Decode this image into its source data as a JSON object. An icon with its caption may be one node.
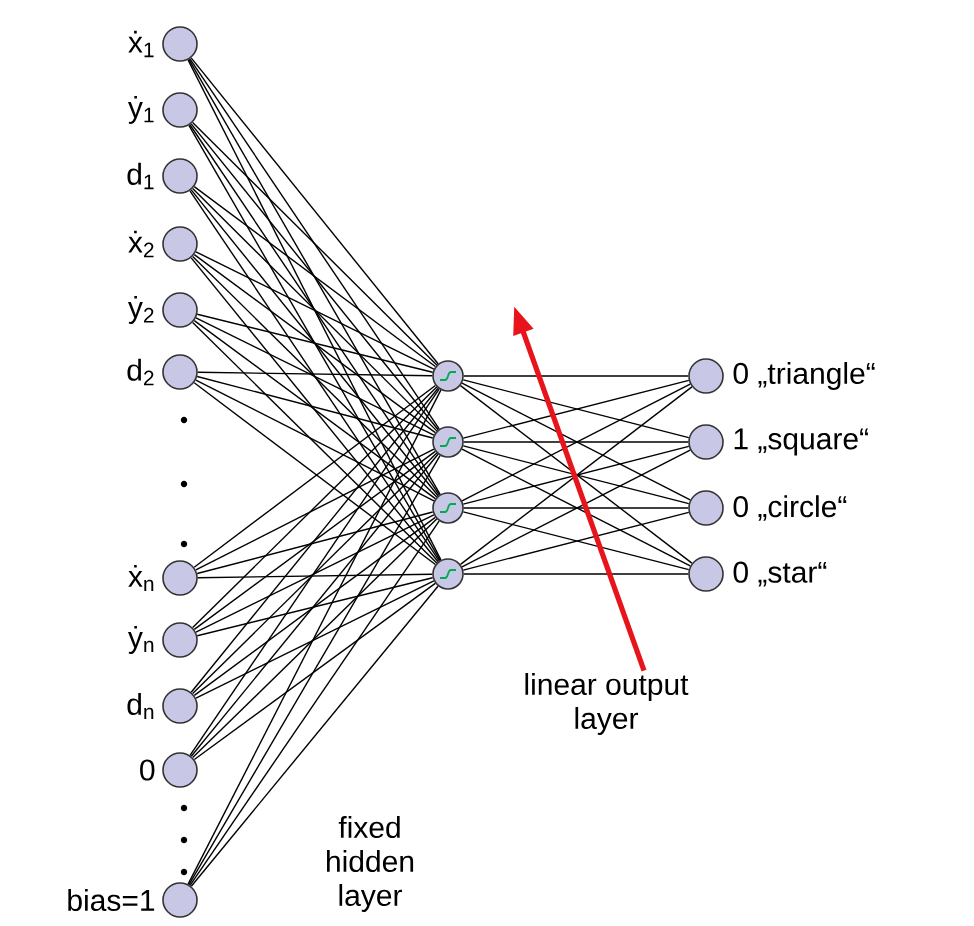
{
  "diagram": {
    "nodes": [
      {
        "text": [],
        "shape": "circle",
        "beside": [
          "ẋ$_{1}$"
        ]
      },
      {
        "text": [],
        "shape": "circle",
        "beside": [
          "ẏ$_{1}$"
        ]
      },
      {
        "text": [],
        "shape": "circle",
        "beside": [
          "d$_{1}$"
        ]
      },
      {
        "text": [],
        "shape": "circle",
        "beside": [
          "ẋ$_{2}$"
        ]
      },
      {
        "text": [],
        "shape": "circle",
        "beside": [
          "ẏ$_{2}$"
        ]
      },
      {
        "text": [],
        "shape": "circle",
        "beside": [
          "d$_{2}$"
        ]
      },
      {
        "text": [],
        "shape": "circle",
        "beside": [
          "ẋ$_{n}$"
        ]
      },
      {
        "text": [],
        "shape": "circle",
        "beside": [
          "ẏ$_{n}$"
        ]
      },
      {
        "text": [],
        "shape": "circle",
        "beside": [
          "d$_{n}$"
        ]
      },
      {
        "text": [],
        "shape": "circle",
        "beside": [
          "0"
        ]
      },
      {
        "text": [],
        "shape": "circle",
        "beside": [
          "bias=1"
        ]
      },
      {
        "text": [],
        "shape": "circle"
      },
      {
        "text": [],
        "shape": "circle"
      },
      {
        "text": [],
        "shape": "circle"
      },
      {
        "text": [],
        "shape": "circle"
      },
      {
        "text": [],
        "shape": "circle",
        "beside": [
          "0 „triangle“"
        ]
      },
      {
        "text": [],
        "shape": "circle",
        "beside": [
          "1 „square“"
        ]
      },
      {
        "text": [],
        "shape": "circle",
        "beside": [
          "0 „circle“"
        ]
      },
      {
        "text": [],
        "shape": "circle",
        "beside": [
          "0 „star“"
        ]
      },
      {
        "text": [
          "linear output layer"
        ]
      }
    ],
    "edges": [
      {
        "from": 0,
        "to": 11,
        "arrow": "none"
      },
      {
        "from": 0,
        "to": 12,
        "arrow": "none"
      },
      {
        "from": 0,
        "to": 13,
        "arrow": "none"
      },
      {
        "from": 0,
        "to": 14,
        "arrow": "none"
      },
      {
        "from": 1,
        "to": 11,
        "arrow": "none"
      },
      {
        "from": 1,
        "to": 12,
        "arrow": "none"
      },
      {
        "from": 1,
        "to": 13,
        "arrow": "none"
      },
      {
        "from": 1,
        "to": 14,
        "arrow": "none"
      },
      {
        "from": 2,
        "to": 11,
        "arrow": "none"
      },
      {
        "from": 2,
        "to": 12,
        "arrow": "none"
      },
      {
        "from": 2,
        "to": 13,
        "arrow": "none"
      },
      {
        "from": 2,
        "to": 14,
        "arrow": "none"
      },
      {
        "from": 3,
        "to": 11,
        "arrow": "none"
      },
      {
        "from": 3,
        "to": 12,
        "arrow": "none"
      },
      {
        "from": 3,
        "to": 13,
        "arrow": "none"
      },
      {
        "from": 3,
        "to": 14,
        "arrow": "none"
      },
      {
        "from": 4,
        "to": 11,
        "arrow": "none"
      },
      {
        "from": 4,
        "to": 12,
        "arrow": "none"
      },
      {
        "from": 4,
        "to": 13,
        "arrow": "none"
      },
      {
        "from": 4,
        "to": 14,
        "arrow": "none"
      },
      {
        "from": 5,
        "to": 11,
        "arrow": "none"
      },
      {
        "from": 5,
        "to": 12,
        "arrow": "none"
      },
      {
        "from": 5,
        "to": 13,
        "arrow": "none"
      },
      {
        "from": 5,
        "to": 14,
        "arrow": "none"
      },
      {
        "from": 6,
        "to": 11,
        "arrow": "none"
      },
      {
        "from": 6,
        "to": 12,
        "arrow": "none"
      },
      {
        "from": 6,
        "to": 13,
        "arrow": "none"
      },
      {
        "from": 6,
        "to": 14,
        "arrow": "none"
      },
      {
        "from": 7,
        "to": 11,
        "arrow": "none"
      },
      {
        "from": 7,
        "to": 12,
        "arrow": "none"
      },
      {
        "from": 7,
        "to": 13,
        "arrow": "none"
      },
      {
        "from": 7,
        "to": 14,
        "arrow": "none"
      },
      {
        "from": 8,
        "to": 11,
        "arrow": "none"
      },
      {
        "from": 8,
        "to": 12,
        "arrow": "none"
      },
      {
        "from": 8,
        "to": 13,
        "arrow": "none"
      },
      {
        "from": 8,
        "to": 14,
        "arrow": "none"
      },
      {
        "from": 9,
        "to": 11,
        "arrow": "none"
      },
      {
        "from": 9,
        "to": 12,
        "arrow": "none"
      },
      {
        "from": 9,
        "to": 13,
        "arrow": "none"
      },
      {
        "from": 9,
        "to": 14,
        "arrow": "none"
      },
      {
        "from": 10,
        "to": 11,
        "arrow": "none"
      },
      {
        "from": 10,
        "to": 12,
        "arrow": "none"
      },
      {
        "from": 10,
        "to": 13,
        "arrow": "none"
      },
      {
        "from": 10,
        "to": 14,
        "arrow": "none"
      },
      {
        "from": 11,
        "to": 15,
        "arrow": "none"
      },
      {
        "from": 11,
        "to": 16,
        "arrow": "none"
      },
      {
        "from": 11,
        "to": 17,
        "arrow": "none"
      },
      {
        "from": 11,
        "to": 18,
        "arrow": "none"
      },
      {
        "from": 12,
        "to": 15,
        "arrow": "none"
      },
      {
        "from": 12,
        "to": 16,
        "arrow": "none"
      },
      {
        "from": 12,
        "to": 17,
        "arrow": "none"
      },
      {
        "from": 12,
        "to": 18,
        "arrow": "none"
      },
      {
        "from": 13,
        "to": 15,
        "arrow": "none"
      },
      {
        "from": 13,
        "to": 16,
        "arrow": "none"
      },
      {
        "from": 13,
        "to": 17,
        "arrow": "none"
      },
      {
        "from": 13,
        "to": 18,
        "arrow": "none"
      },
      {
        "from": 14,
        "to": 15,
        "arrow": "none"
      },
      {
        "from": 14,
        "to": 16,
        "arrow": "none"
      },
      {
        "from": 14,
        "to": 17,
        "arrow": "none"
      },
      {
        "from": 14,
        "to": 18,
        "arrow": "none"
      },
      {
        "from": 19,
        "to": null,
        "arrow": "to",
        "style": "thick",
        "color": "#e8141c"
      }
    ],
    "labels": [
      "fixed hidden layer"
    ]
  }
}
